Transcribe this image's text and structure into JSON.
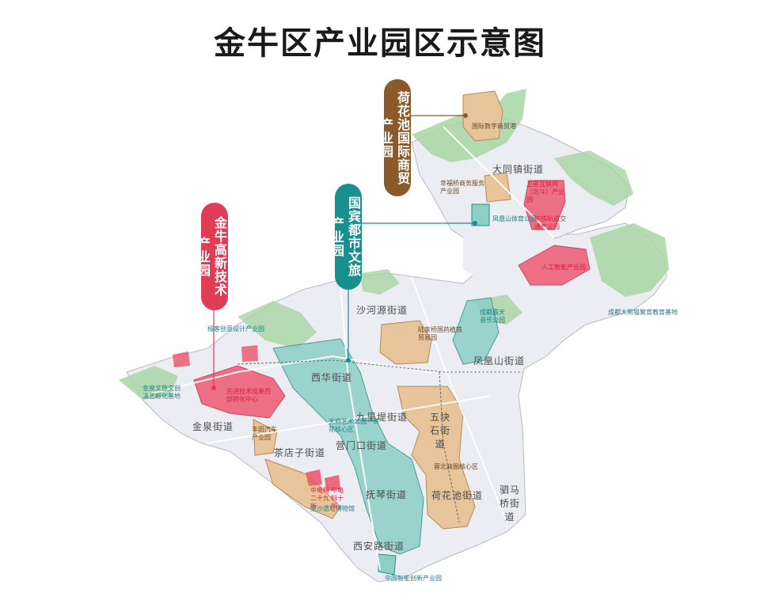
{
  "title": "金牛区产业园区示意图",
  "parks": {
    "hehuachi": {
      "name": "荷花池国际商贸产业园",
      "color": "#8b5a2b"
    },
    "guobin": {
      "name": "国宾都市文旅产业园",
      "color": "#1a8f8f"
    },
    "gaoxin": {
      "name": "金牛高新技术产业园",
      "color": "#e03c55"
    }
  },
  "streets": [
    "大同镇街道",
    "沙河源街道",
    "凤凰山街道",
    "西华街道",
    "九里堤街道",
    "抚琴街道",
    "金泉街道",
    "茶店子街道",
    "营门口街道",
    "五块石街道",
    "驷马桥街道",
    "荷花池街道",
    "抚琴街道",
    "西安路街道"
  ],
  "areas": [
    "国际数字商贸港",
    "幸福桥商务服务产业园",
    "卫星互联网（北斗）产业园",
    "凤凰山体育公园",
    "中铁轨道交通产业园",
    "人工智能产业园",
    "成都大熊猫繁育教育基地",
    "成都露天音乐公园",
    "陆家桥国药植铁贸易园",
    "极客创意设计产业园",
    "金泉文旅文创演艺孵化基地",
    "先进技术成果西部转化中心",
    "天府艺术公园一茶花核心区",
    "丰田汽车产业园",
    "中电科二十九所",
    "中电科十所",
    "金沙遗址博物馆",
    "蓉北商圈核心区",
    "中国智能创新产业园"
  ]
}
